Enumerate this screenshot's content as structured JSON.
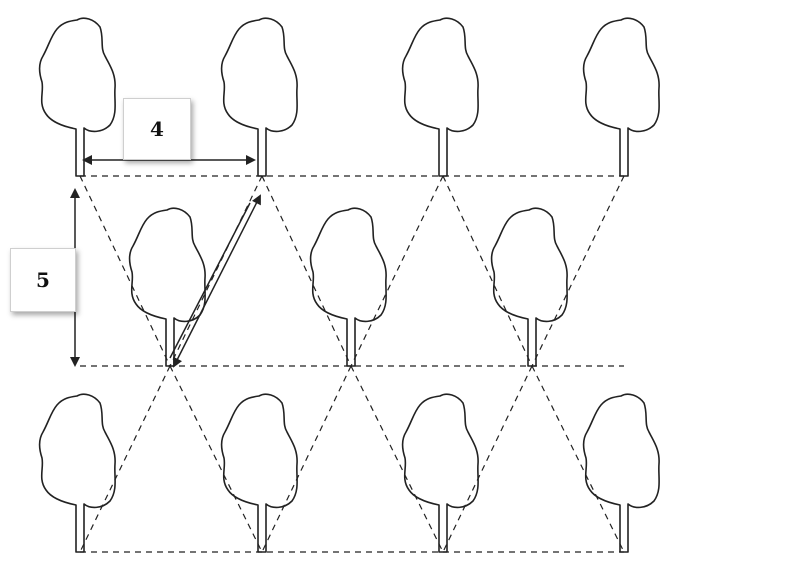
{
  "diagram": {
    "labels": {
      "horizontal_spacing": "4",
      "row_spacing": "5"
    },
    "rows": [
      {
        "trees": 4
      },
      {
        "trees": 3
      },
      {
        "trees": 4
      }
    ],
    "line_style": "dashed",
    "stroke_color": "#222222"
  }
}
